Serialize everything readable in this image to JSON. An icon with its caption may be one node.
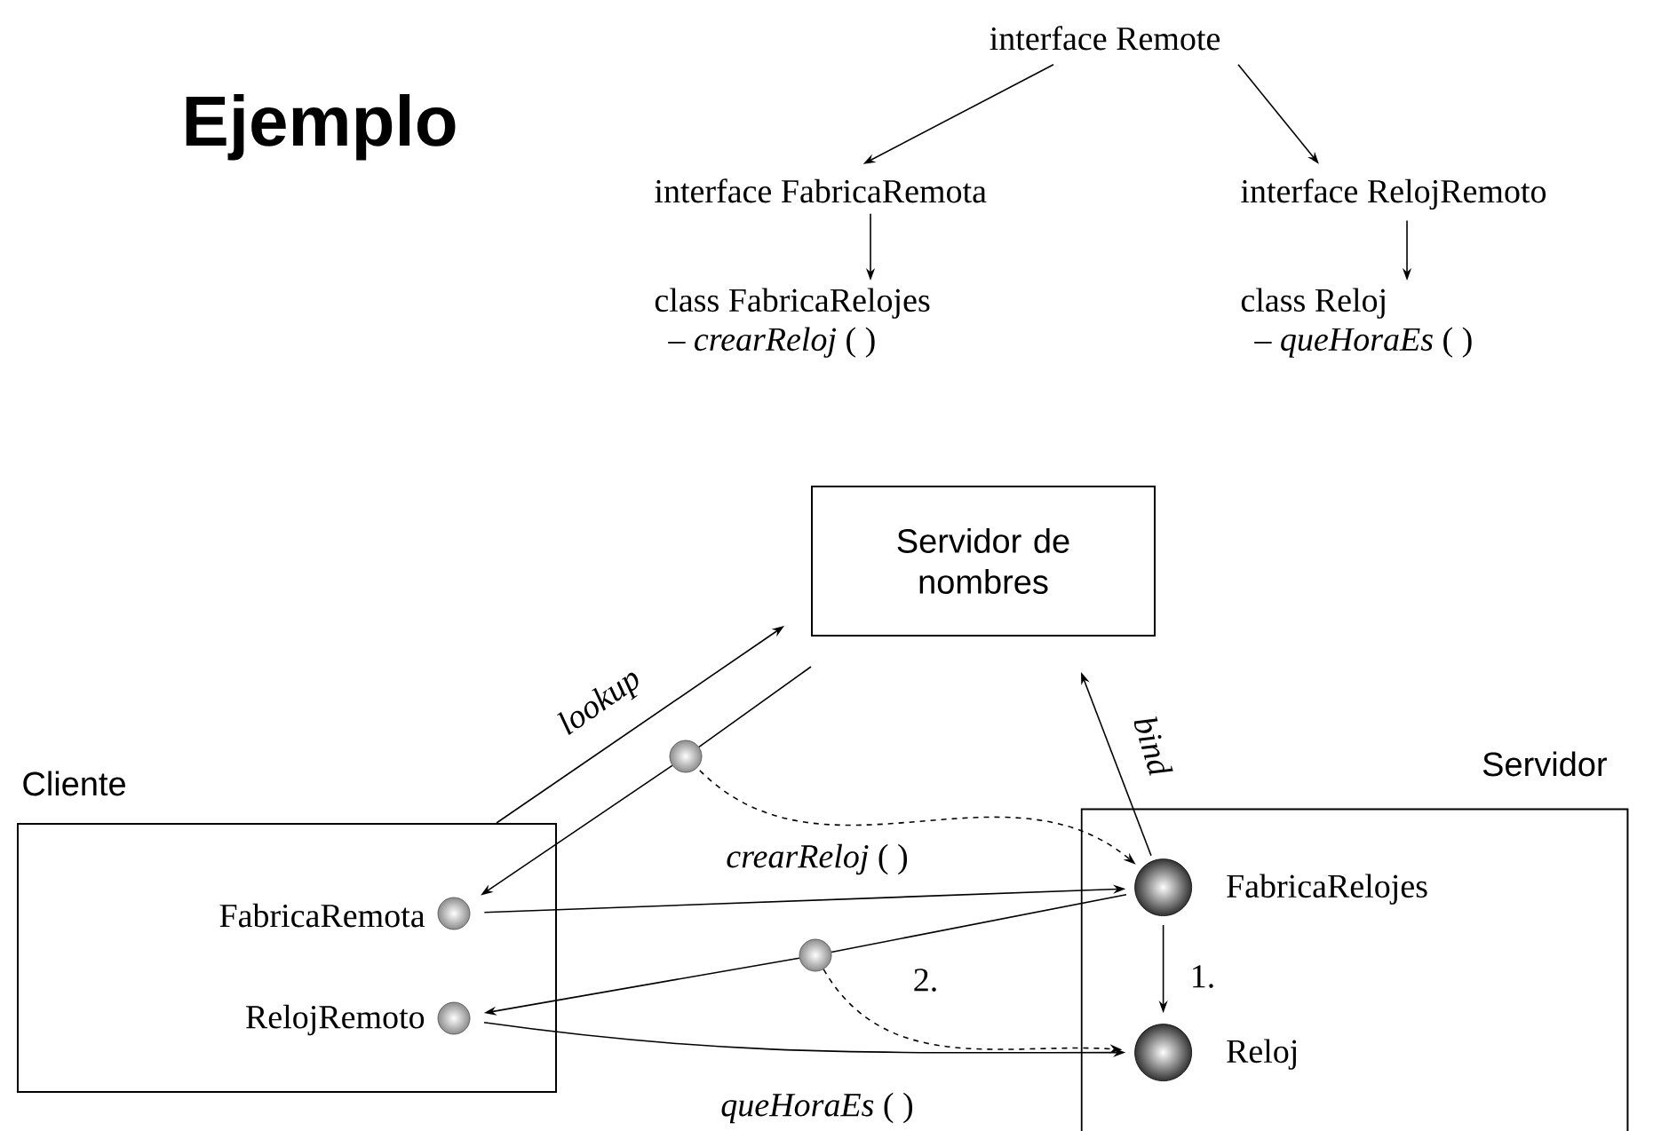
{
  "diagram": {
    "title": "Ejemplo",
    "nodes": [
      {
        "text": [
          "interface Remote"
        ]
      },
      {
        "text": [
          "interface FabricaRemota"
        ]
      },
      {
        "text": [
          "class FabricaRelojes",
          "– *crearReloj* ( )"
        ]
      },
      {
        "text": [
          "interface RelojRemoto"
        ]
      },
      {
        "text": [
          "class Reloj",
          "– *queHoraEs* ( )"
        ]
      },
      {
        "text": [
          "Servidor de nombres"
        ]
      },
      {
        "text": [
          "Cliente"
        ]
      },
      {
        "text": [],
        "shape": "circle",
        "in": 6,
        "beside": [
          "FabricaRemota"
        ]
      },
      {
        "text": [],
        "shape": "circle",
        "in": 6,
        "beside": [
          "RelojRemoto"
        ]
      },
      {
        "text": [
          "Servidor"
        ]
      },
      {
        "text": [],
        "shape": "circle",
        "in": 9,
        "beside": [
          "FabricaRelojes"
        ]
      },
      {
        "text": [],
        "shape": "circle",
        "in": 9,
        "beside": [
          "Reloj"
        ]
      },
      {
        "text": [],
        "shape": "circle"
      },
      {
        "text": [],
        "shape": "circle"
      }
    ],
    "edges": [
      {
        "from": 0,
        "to": 1,
        "arrow": "to"
      },
      {
        "from": 0,
        "to": 3,
        "arrow": "to"
      },
      {
        "from": 1,
        "to": 2,
        "arrow": "to"
      },
      {
        "from": 3,
        "to": 4,
        "arrow": "to"
      },
      {
        "from": 6,
        "to": 5,
        "arrow": "to",
        "label": "lookup"
      },
      {
        "from": 5,
        "to": 12,
        "arrow": "none"
      },
      {
        "from": 12,
        "to": 7,
        "arrow": "to"
      },
      {
        "from": 12,
        "to": 10,
        "arrow": "to",
        "style": "dashed"
      },
      {
        "from": 10,
        "to": 5,
        "arrow": "to",
        "label": "bind"
      },
      {
        "from": 7,
        "to": 10,
        "arrow": "to",
        "label": "*crearReloj* ( )"
      },
      {
        "from": 10,
        "to": 13,
        "arrow": "none"
      },
      {
        "from": 13,
        "to": 8,
        "arrow": "to"
      },
      {
        "from": 13,
        "to": 11,
        "arrow": "to",
        "style": "dashed"
      },
      {
        "from": 8,
        "to": 11,
        "arrow": "to",
        "label": "*queHoraEs* ( )"
      },
      {
        "from": 10,
        "to": 11,
        "arrow": "to",
        "label": "1."
      }
    ],
    "labels": [
      "2."
    ]
  }
}
